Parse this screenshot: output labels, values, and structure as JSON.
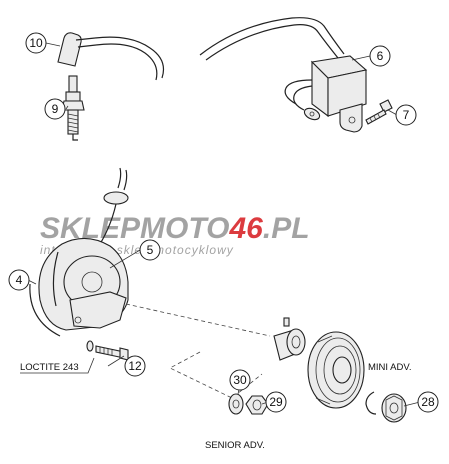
{
  "callouts": [
    "10",
    "9",
    "6",
    "7",
    "5",
    "4",
    "12",
    "30",
    "29",
    "28"
  ],
  "labels": {
    "loctite": "LOCTITE 243",
    "mini_adv": "MINI ADV.",
    "senior_adv": "SENIOR ADV."
  },
  "watermark": {
    "brand_part1": "SKLEP",
    "brand_part2": "MOTO",
    "brand_part3": "46",
    "brand_part4": ".PL",
    "tagline": "internetowy sklep motocyklowy",
    "colors": {
      "gray": "#9a9a9a",
      "red": "#d9262b"
    }
  }
}
